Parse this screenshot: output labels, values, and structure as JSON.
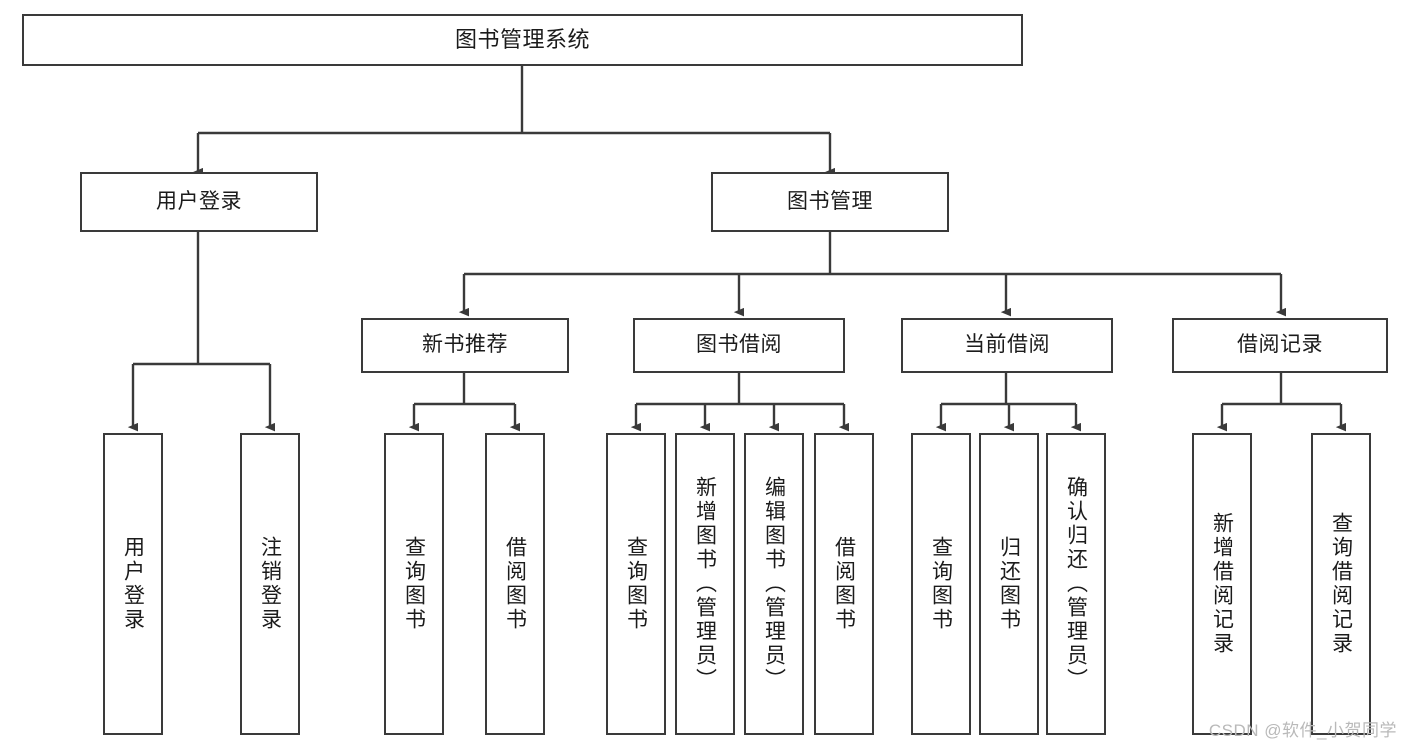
{
  "diagram": {
    "title": "图书管理系统",
    "type": "功能结构图",
    "background_color": "#ffffff",
    "node_border_color": "#3a3a3a",
    "node_fill_color": "#ffffff",
    "text_color": "#1b1b1b",
    "edge_color": "#3a3a3a"
  },
  "root": {
    "id": "root",
    "label": "图书管理系统"
  },
  "level1": [
    {
      "id": "user-login",
      "label": "用户登录"
    },
    {
      "id": "book-manage",
      "label": "图书管理"
    }
  ],
  "level2": [
    {
      "id": "new-book-recommend",
      "label": "新书推荐",
      "parent": "book-manage"
    },
    {
      "id": "book-borrow",
      "label": "图书借阅",
      "parent": "book-manage"
    },
    {
      "id": "current-borrow",
      "label": "当前借阅",
      "parent": "book-manage"
    },
    {
      "id": "borrow-record",
      "label": "借阅记录",
      "parent": "book-manage"
    }
  ],
  "leaves": {
    "user_login": [
      {
        "id": "leaf-user-login",
        "label": "用户登录"
      },
      {
        "id": "leaf-logout-login",
        "label": "注销登录"
      }
    ],
    "new_book_recommend": [
      {
        "id": "leaf-query-book-1",
        "label": "查询图书"
      },
      {
        "id": "leaf-borrow-book-1",
        "label": "借阅图书"
      }
    ],
    "book_borrow": [
      {
        "id": "leaf-query-book-2",
        "label": "查询图书"
      },
      {
        "id": "leaf-add-book",
        "label": "新增图书（管理员）"
      },
      {
        "id": "leaf-edit-book",
        "label": "编辑图书（管理员）"
      },
      {
        "id": "leaf-borrow-book-2",
        "label": "借阅图书"
      }
    ],
    "current_borrow": [
      {
        "id": "leaf-query-book-3",
        "label": "查询图书"
      },
      {
        "id": "leaf-return-book",
        "label": "归还图书"
      },
      {
        "id": "leaf-confirm-return",
        "label": "确认归还（管理员）"
      }
    ],
    "borrow_record": [
      {
        "id": "leaf-add-record",
        "label": "新增借阅记录"
      },
      {
        "id": "leaf-query-record",
        "label": "查询借阅记录"
      }
    ]
  },
  "watermark": {
    "text": "CSDN @软件_小贺同学",
    "color": "#b9b9b9"
  }
}
